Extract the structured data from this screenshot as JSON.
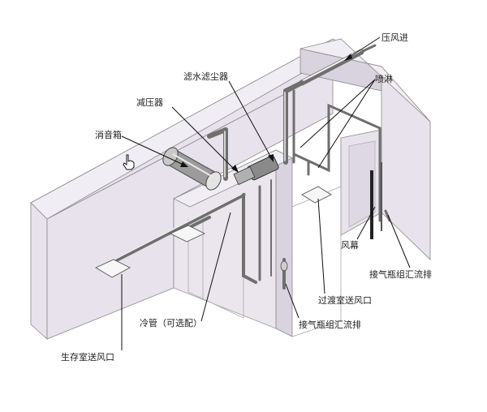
{
  "labels": {
    "compressed_air_in": "压风进",
    "spray": "喷淋",
    "water_dust_filter": "滤水滤尘器",
    "pressure_reducer": "减压器",
    "silencer_box": "消音箱",
    "air_curtain": "风幕",
    "gas_cylinder_manifold_right": "接气瓶组汇流排",
    "transition_room_vent": "过渡室送风口",
    "cooling_pipe_optional": "冷管（可选配）",
    "gas_cylinder_manifold_bottom": "接气瓶组汇流排",
    "survival_room_vent": "生存室送风口"
  },
  "icons": {
    "cursor": "hand-cursor-icon"
  },
  "colors": {
    "wall": "#e8e2ec",
    "pipe": "#6f6f6f",
    "leader": "#111111"
  }
}
